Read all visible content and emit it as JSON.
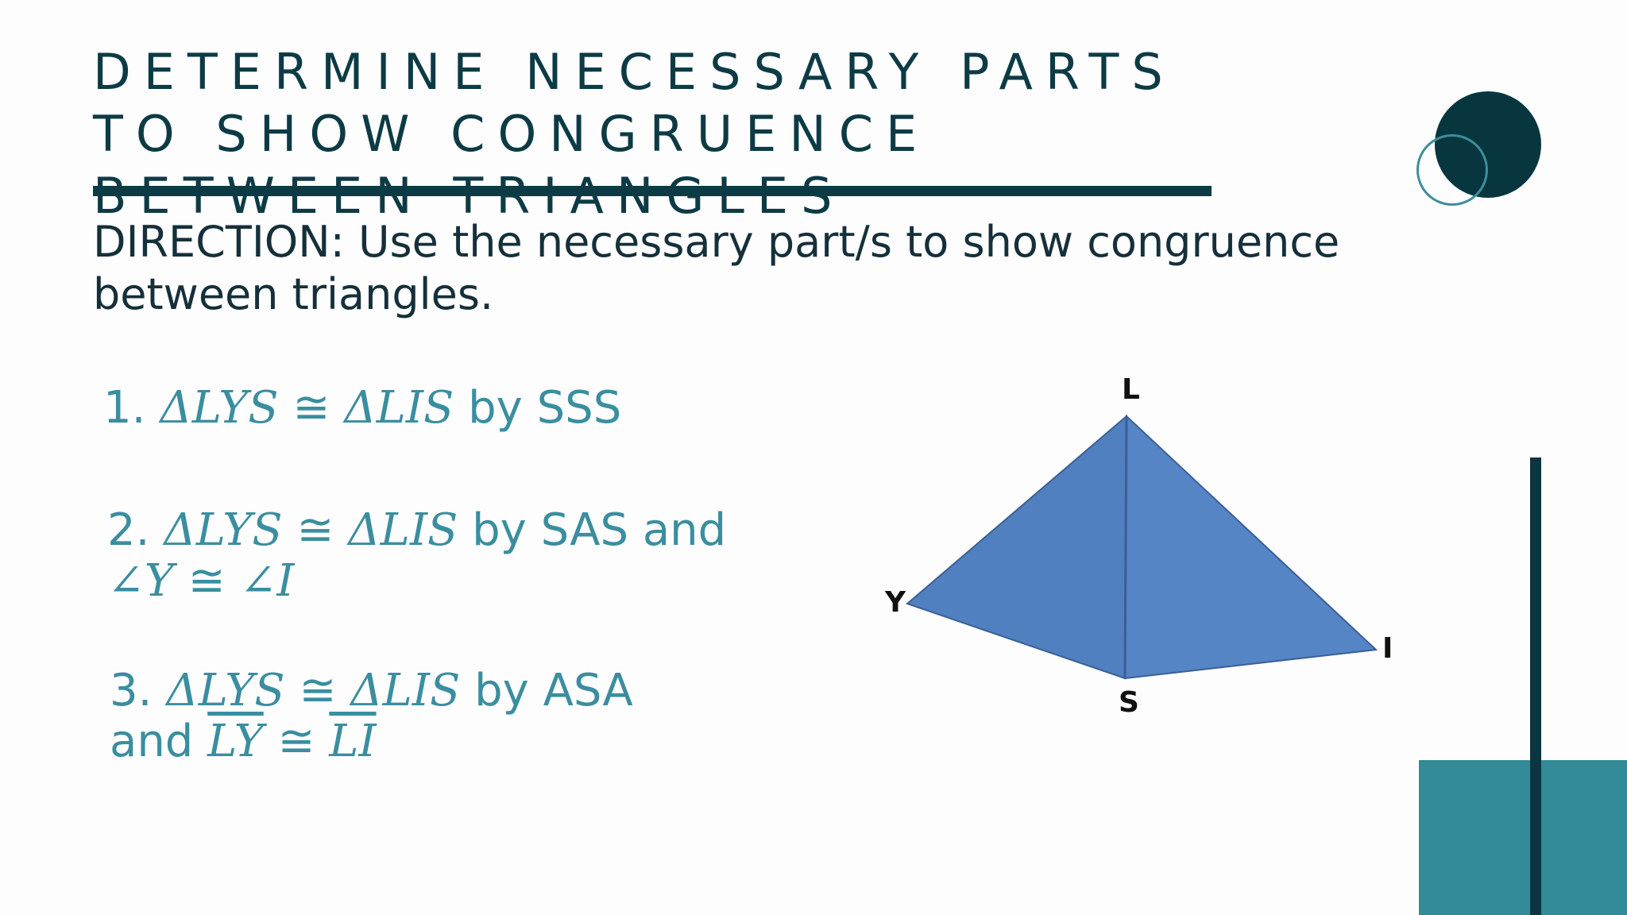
{
  "title": "Determine necessary parts to show congruence between triangles",
  "direction": "DIRECTION: Use the necessary part/s to show congruence between triangles.",
  "items": [
    {
      "num": "1.",
      "lhs": "ΔLYS",
      "cong": "≅",
      "rhs": "ΔLIS",
      "by": "by SSS"
    },
    {
      "num": "2.",
      "lhs": "ΔLYS",
      "cong": "≅",
      "rhs": "ΔLIS",
      "by": "by SAS and",
      "extra_a": "∠Y",
      "extra_cong": "≅",
      "extra_b": "∠I"
    },
    {
      "num": "3.",
      "lhs": "ΔLYS",
      "cong": "≅",
      "rhs": "ΔLIS",
      "by": "by ASA",
      "and": "and",
      "extra_a": "LY",
      "extra_cong": "≅",
      "extra_b": "LI"
    }
  ],
  "diagram": {
    "labels": {
      "L": "L",
      "Y": "Y",
      "S": "S",
      "I": "I"
    },
    "fill_color": "#5080c0",
    "stroke_color": "#3a5f96"
  },
  "colors": {
    "title": "#0d3b45",
    "accent": "#3a8ea0",
    "dark_teal": "#07363f",
    "teal_block": "#338a98"
  }
}
